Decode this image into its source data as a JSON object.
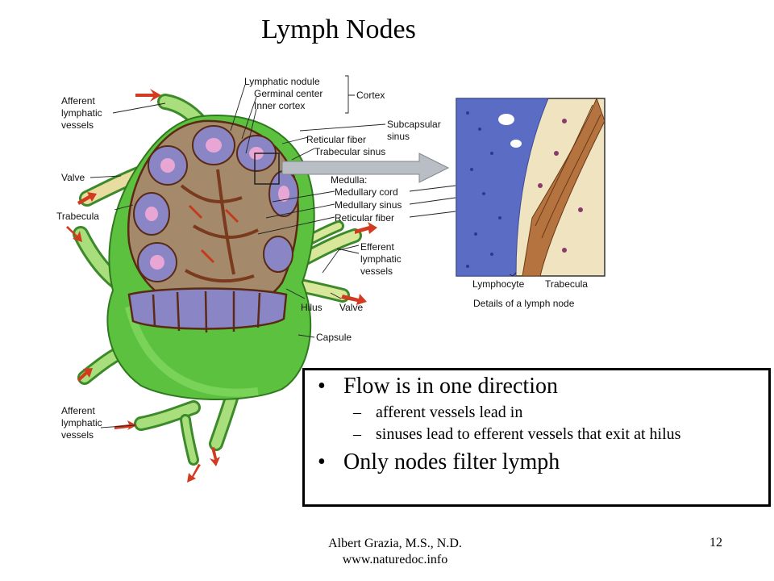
{
  "slide": {
    "title": "Lymph Nodes",
    "bullets": [
      {
        "text": "Flow is in one direction",
        "subs": [
          "afferent vessels lead in",
          "sinuses lead to efferent vessels that exit at hilus"
        ]
      },
      {
        "text": "Only nodes filter lymph",
        "subs": []
      }
    ],
    "bullet_glyph": "•",
    "sub_glyph": "–",
    "footer_line1": "Albert Grazia, M.S., N.D.",
    "footer_line2": "www.naturedoc.info",
    "page_number": "12"
  },
  "diagram_labels": {
    "afferent_top": [
      "Afferent",
      "lymphatic",
      "vessels"
    ],
    "valve_left": "Valve",
    "trabecula_left": "Trabecula",
    "lymphatic_nodule": "Lymphatic nodule",
    "germinal_center": "Germinal center",
    "inner_cortex": "Inner cortex",
    "cortex": "Cortex",
    "subcapsular_sinus": [
      "Subcapsular",
      "sinus"
    ],
    "reticular_fiber_top": "Reticular fiber",
    "trabecular_sinus": "Trabecular sinus",
    "medulla": "Medulla:",
    "medullary_cord": "Medullary cord",
    "medullary_sinus": "Medullary sinus",
    "reticular_fiber_mid": "Reticular fiber",
    "efferent": [
      "Efferent",
      "lymphatic",
      "vessels"
    ],
    "hilus": "Hilus",
    "valve_right": "Valve",
    "capsule": "Capsule",
    "afferent_bottom": [
      "Afferent",
      "lymphatic",
      "vessels"
    ],
    "lymphocyte": "Lymphocyte",
    "trabecula_inset": "Trabecula",
    "inset_caption": "Details of a lymph node"
  },
  "colors": {
    "capsule_green": "#5cc13f",
    "vessel_green": "#9fd870",
    "cortex_purple": "#8a86c6",
    "germinal_pink": "#e8a6d4",
    "trabecula_brown": "#7a3a1e",
    "inset_bg": "#efe3c0",
    "inset_blue": "#5a6cc4",
    "arrow_red": "#d23b1f"
  }
}
